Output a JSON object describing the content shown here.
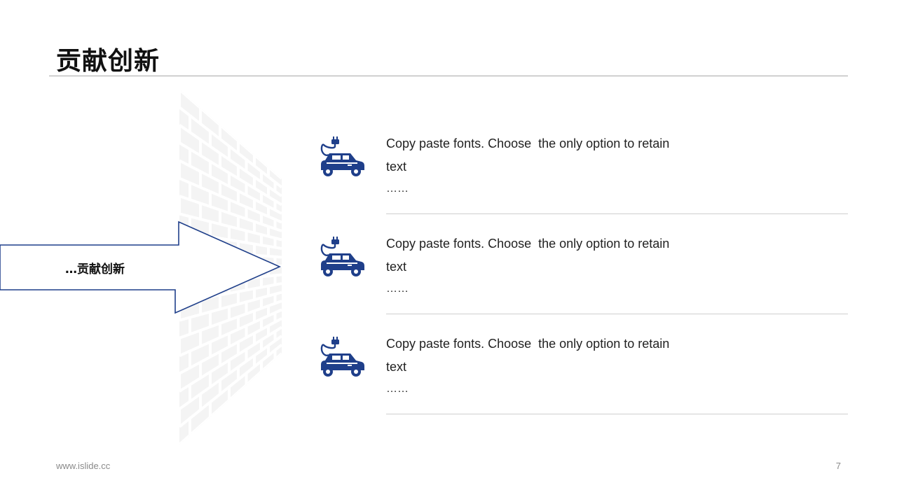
{
  "page": {
    "title": "贡献创新",
    "footer_url": "www.islide.cc",
    "page_number": "7"
  },
  "arrow": {
    "label": "…贡献创新"
  },
  "colors": {
    "accent": "#1f3f8a",
    "wall": "#efefef"
  },
  "items": [
    {
      "icon": "electric-car-icon",
      "line1": "Copy paste fonts. Choose  the only option to retain",
      "line2": "text",
      "ellipsis": "……"
    },
    {
      "icon": "electric-car-icon",
      "line1": "Copy paste fonts. Choose  the only option to retain",
      "line2": "text",
      "ellipsis": "……"
    },
    {
      "icon": "electric-car-icon",
      "line1": "Copy paste fonts. Choose  the only option to retain",
      "line2": "text",
      "ellipsis": "……"
    }
  ]
}
